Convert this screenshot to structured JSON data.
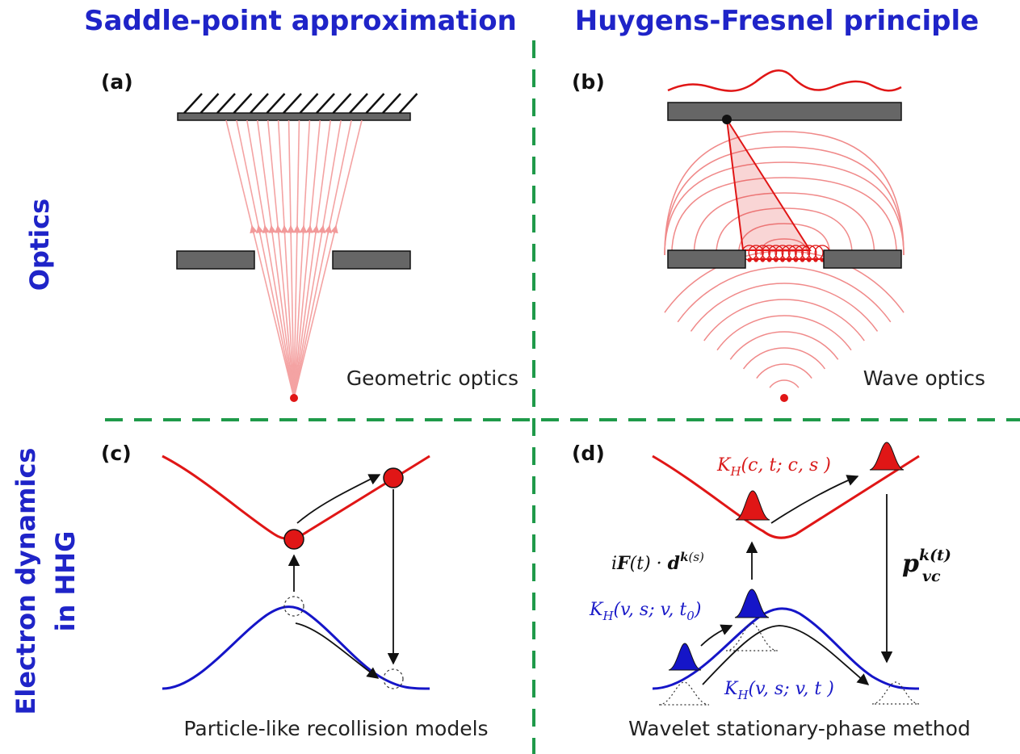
{
  "columns": {
    "left_title": "Saddle-point approximation",
    "right_title": "Huygens-Fresnel principle"
  },
  "rows": {
    "top_title": "Optics",
    "bottom_title_line1": "Electron dynamics",
    "bottom_title_line2": "in HHG"
  },
  "panels": {
    "a": {
      "label": "(a)",
      "caption": "Geometric optics"
    },
    "b": {
      "label": "(b)",
      "caption": "Wave optics"
    },
    "c": {
      "label": "(c)",
      "caption": "Particle-like recollision models"
    },
    "d": {
      "label": "(d)",
      "caption": "Wavelet stationary-phase method",
      "kernel_conduction": "K_H(c, t; c, s )",
      "kernel_valence_t0": "K_H(v, s; v, t_0)",
      "kernel_valence_t": "K_H(v, s; v, t )",
      "excitation": "iF(t) · d^k(s)",
      "recombination": "p_vc^k(t)"
    }
  },
  "colors": {
    "title_blue": "#1f24c8",
    "divider_green": "#1f9a4a",
    "conduction_red": "#e01616",
    "valence_blue": "#1515c8",
    "ray_pink": "#f4a3a3",
    "slit_gray": "#707070"
  }
}
